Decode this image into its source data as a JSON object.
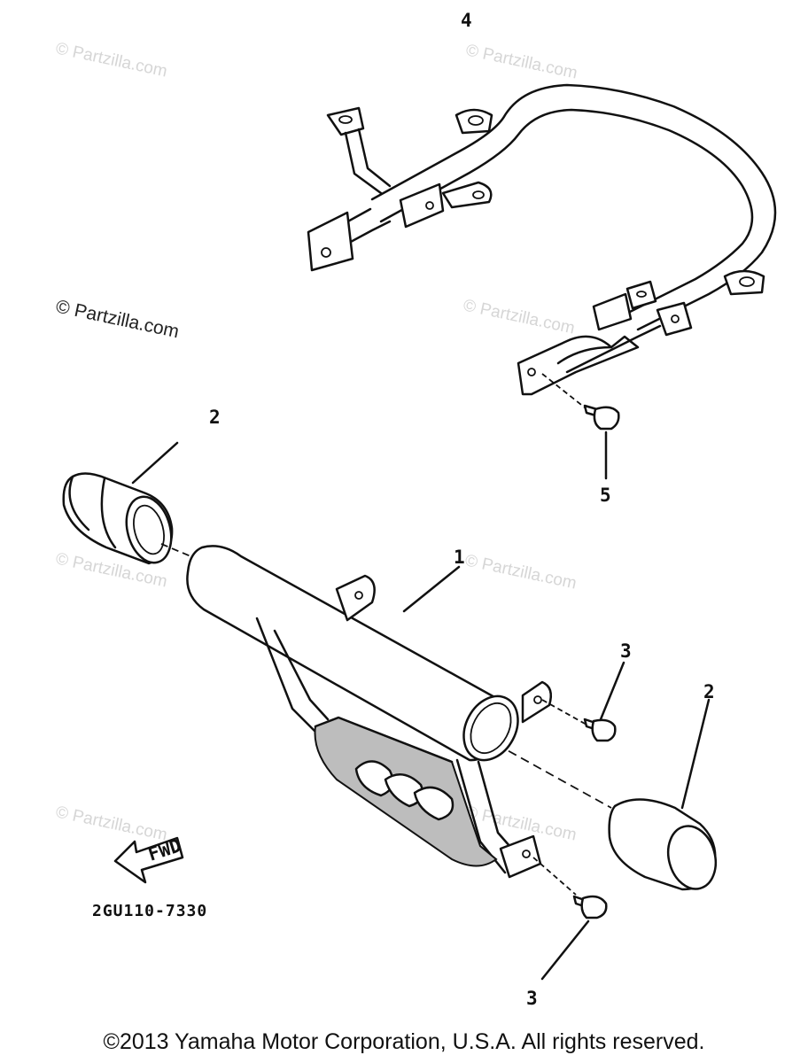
{
  "watermarks": {
    "faint_1": "© Partzilla.com",
    "faint_2": "© Partzilla.com",
    "dark": "© Partzilla.com",
    "faint_3": "© Partzilla.com",
    "faint_4": "© Partzilla.com",
    "faint_5": "© Partzilla.com",
    "faint_6": "© Partzilla.com",
    "faint_7": "© Partzilla.com"
  },
  "callouts": {
    "grab_bar": "4",
    "end_cap_left": "2",
    "bolt_upper": "5",
    "guard": "1",
    "bolt_mid": "3",
    "end_cap_right": "2",
    "bolt_lower": "3"
  },
  "fwd_label": "FWD",
  "diagram_code": "2GU110-7330",
  "copyright": "©2013 Yamaha Motor Corporation, U.S.A. All rights reserved."
}
